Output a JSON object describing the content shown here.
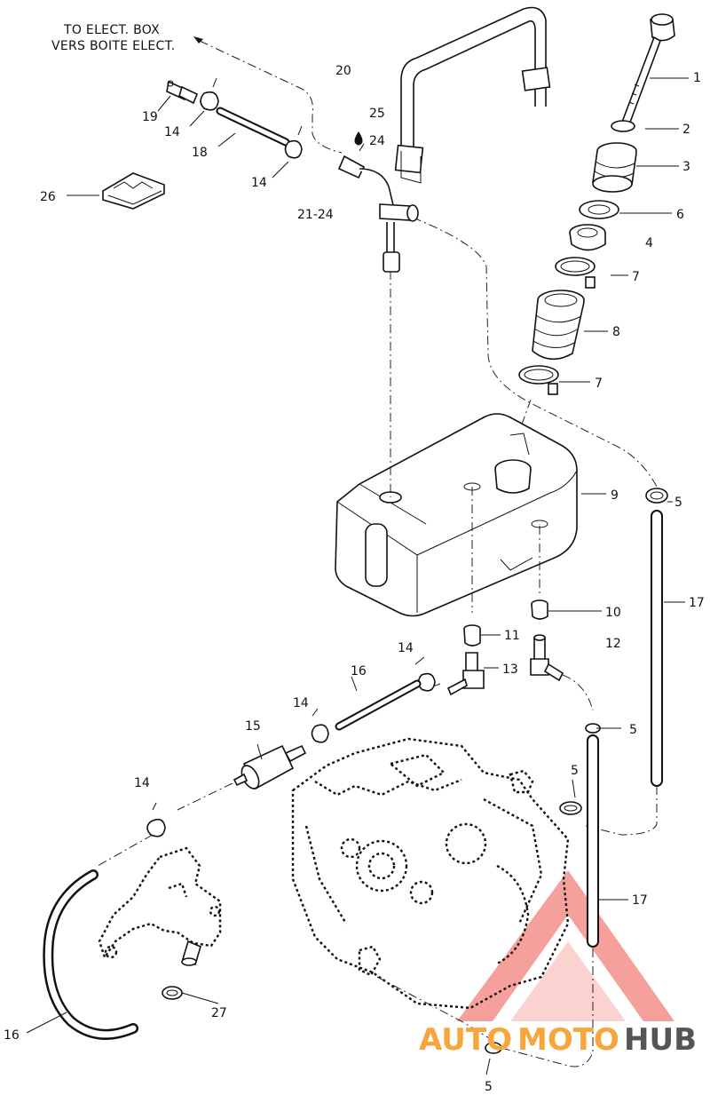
{
  "diagram": {
    "note": {
      "line1": "TO ELECT. BOX",
      "line2": "VERS BOITE ELECT."
    },
    "callouts": [
      {
        "id": "c1",
        "text": "1"
      },
      {
        "id": "c2",
        "text": "2"
      },
      {
        "id": "c3",
        "text": "3"
      },
      {
        "id": "c4",
        "text": "4"
      },
      {
        "id": "c5a",
        "text": "5"
      },
      {
        "id": "c5b",
        "text": "5"
      },
      {
        "id": "c5c",
        "text": "5"
      },
      {
        "id": "c5d",
        "text": "5"
      },
      {
        "id": "c6",
        "text": "6"
      },
      {
        "id": "c7a",
        "text": "7"
      },
      {
        "id": "c7b",
        "text": "7"
      },
      {
        "id": "c8",
        "text": "8"
      },
      {
        "id": "c9",
        "text": "9"
      },
      {
        "id": "c10",
        "text": "10"
      },
      {
        "id": "c11",
        "text": "11"
      },
      {
        "id": "c12",
        "text": "12"
      },
      {
        "id": "c13",
        "text": "13"
      },
      {
        "id": "c14a",
        "text": "14"
      },
      {
        "id": "c14b",
        "text": "14"
      },
      {
        "id": "c14c",
        "text": "14"
      },
      {
        "id": "c14d",
        "text": "14"
      },
      {
        "id": "c14e",
        "text": "14"
      },
      {
        "id": "c15",
        "text": "15"
      },
      {
        "id": "c16a",
        "text": "16"
      },
      {
        "id": "c16b",
        "text": "16"
      },
      {
        "id": "c17a",
        "text": "17"
      },
      {
        "id": "c17b",
        "text": "17"
      },
      {
        "id": "c18",
        "text": "18"
      },
      {
        "id": "c19",
        "text": "19"
      },
      {
        "id": "c20",
        "text": "20"
      },
      {
        "id": "c21",
        "text": "21-24"
      },
      {
        "id": "c24",
        "text": "24"
      },
      {
        "id": "c25",
        "text": "25"
      },
      {
        "id": "c26",
        "text": "26"
      },
      {
        "id": "c27",
        "text": "27"
      }
    ]
  },
  "watermark": {
    "text_auto": "AUTO",
    "text_moto": "MOTO",
    "text_hub": "HUB",
    "color_primary": "#f26b63",
    "color_secondary": "#f7a53c",
    "color_dark": "#555555"
  }
}
